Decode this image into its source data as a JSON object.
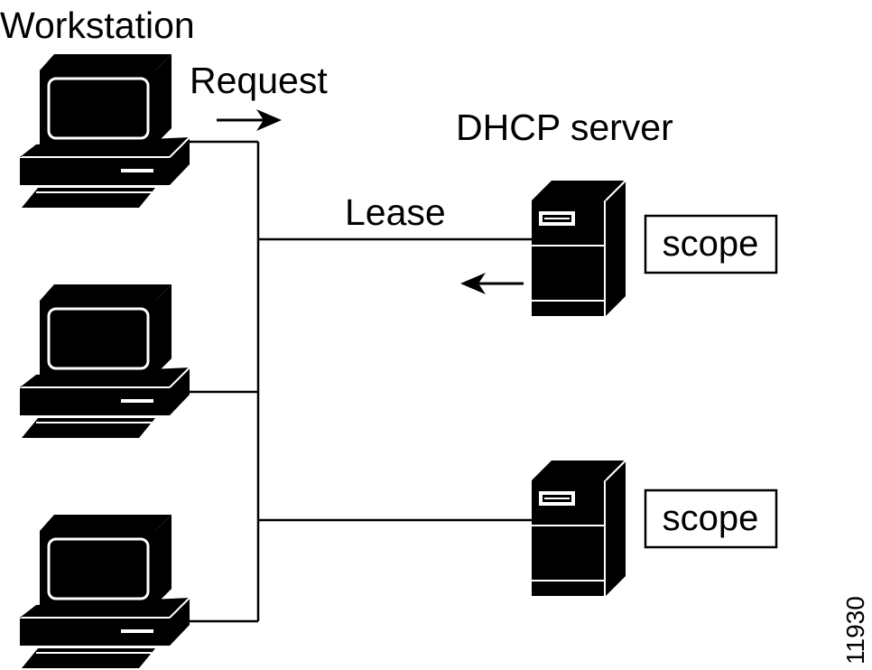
{
  "labels": {
    "workstation": "Workstation",
    "request": "Request",
    "dhcp_server": "DHCP server",
    "lease": "Lease",
    "figure_number": "11930"
  },
  "scopes": [
    {
      "label": "scope"
    },
    {
      "label": "scope"
    }
  ],
  "colors": {
    "ink": "#000000",
    "paper": "#ffffff"
  },
  "icons": {
    "workstation": "desktop-computer-icon",
    "server": "tower-server-icon",
    "arrow": "arrow-icon"
  }
}
